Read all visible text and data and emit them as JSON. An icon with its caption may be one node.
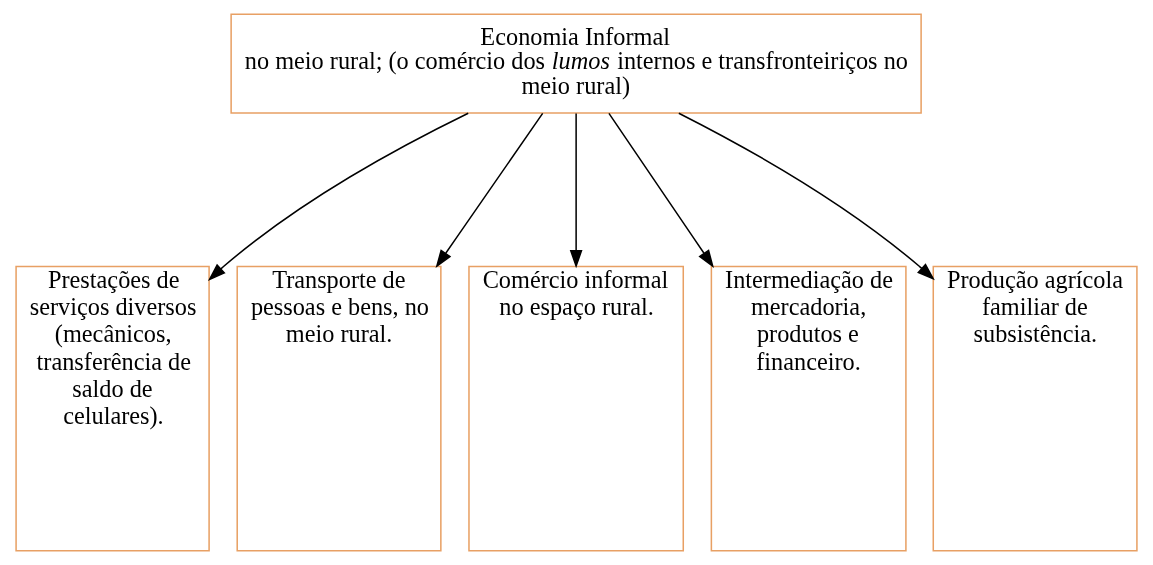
{
  "diagram": {
    "nodes": [
      {
        "text": [
          "Economia Informal",
          "no meio rural; (o comércio dos *lumos* internos e transfronteiriços no meio rural)"
        ]
      },
      {
        "text": [
          "Prestações de serviços diversos (mecânicos, transferência de saldo de celulares)."
        ]
      },
      {
        "text": [
          "Transporte de pessoas e bens, no meio rural."
        ]
      },
      {
        "text": [
          "Comércio informal no espaço rural."
        ]
      },
      {
        "text": [
          "Intermediação de mercadoria, produtos e financeiro."
        ]
      },
      {
        "text": [
          "Produção agrícola familiar de subsistência."
        ]
      }
    ],
    "edges": [
      {
        "from": 0,
        "to": 1,
        "arrow": "to"
      },
      {
        "from": 0,
        "to": 2,
        "arrow": "to"
      },
      {
        "from": 0,
        "to": 3,
        "arrow": "to"
      },
      {
        "from": 0,
        "to": 4,
        "arrow": "to"
      },
      {
        "from": 0,
        "to": 5,
        "arrow": "to"
      }
    ]
  }
}
